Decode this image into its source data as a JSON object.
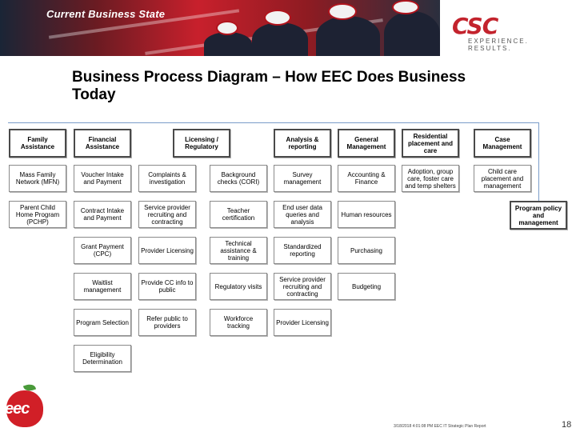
{
  "banner": {
    "title": "Current Business State"
  },
  "logo": {
    "mark": "CSC",
    "tagline": "EXPERIENCE. RESULTS."
  },
  "page_title": "Business Process Diagram – How EEC Does Business Today",
  "diagram": {
    "columns": [
      {
        "head": "Family Assistance",
        "items": [
          "Mass Family Network (MFN)",
          "Parent Child Home Program (PCHP)"
        ]
      },
      {
        "head": "Financial Assistance",
        "items": [
          "Voucher Intake and Payment",
          "Contract Intake and Payment",
          "Grant Payment (CPC)",
          "Waitlist management",
          "Program Selection",
          "Eligibility Determination"
        ]
      },
      {
        "head": "",
        "items": [
          "Complaints & investigation",
          "Service provider recruiting and contracting",
          "Provider Licensing",
          "Provide CC info to public",
          "Refer public to providers"
        ]
      },
      {
        "head": "Licensing / Regulatory",
        "items": [
          "Background checks (CORI)",
          "Teacher certification",
          "Technical assistance & training",
          "Regulatory visits",
          "Workforce tracking"
        ]
      },
      {
        "head": "Analysis & reporting",
        "items": [
          "Survey management",
          "End user data queries and analysis",
          "Standardized reporting",
          "Service provider recruiting and contracting",
          "Provider Licensing"
        ]
      },
      {
        "head": "General Management",
        "items": [
          "Accounting & Finance",
          "Human resources",
          "Purchasing",
          "Budgeting"
        ]
      },
      {
        "head": "Residential placement and care",
        "items": [
          "Adoption, group care, foster care and temp shelters"
        ]
      },
      {
        "head": "Case Management",
        "items": [
          "Child care placement and management",
          "Program policy and management"
        ]
      }
    ]
  },
  "footer": {
    "text": "3/18/2018 4:01:08 PM EEC IT Strategic Plan Report",
    "page_number": "18"
  },
  "eec_logo": {
    "text": "eec"
  },
  "colors": {
    "brand_red": "#c3232d",
    "connector_blue": "#7a9cc9",
    "node_border": "#8a8a8a"
  }
}
